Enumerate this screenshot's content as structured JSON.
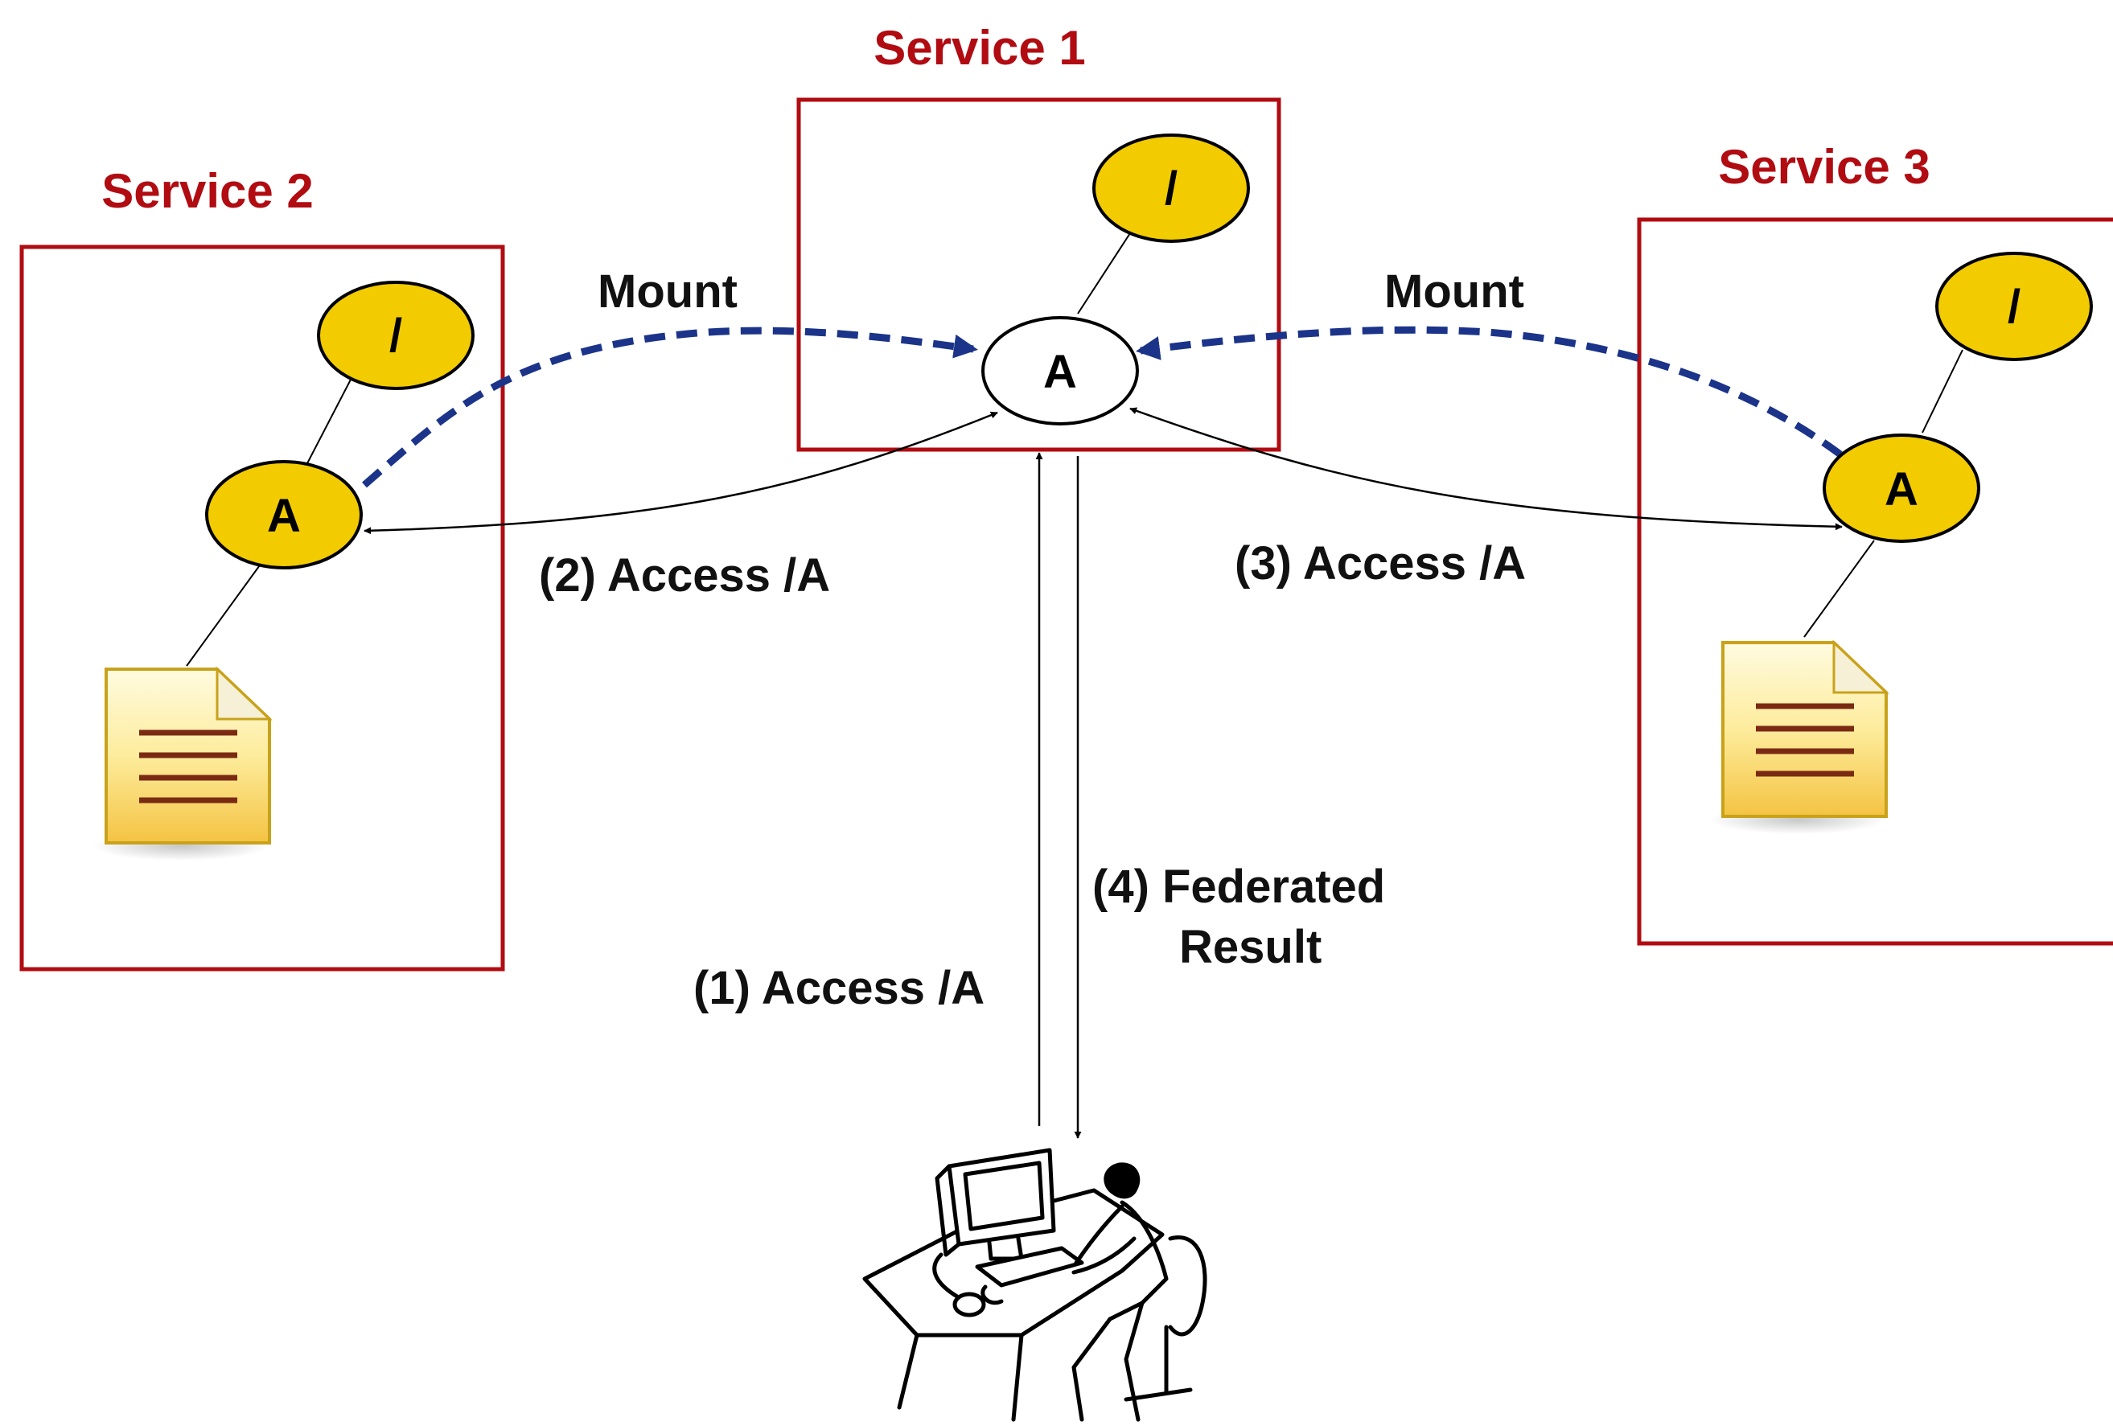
{
  "colors": {
    "service_border": "#b00c12",
    "service_title": "#b00c12",
    "node_fill": "#f2cb00",
    "mount_arrow": "#1b3489",
    "access_arrow": "#000000"
  },
  "services": [
    {
      "id": "service-1",
      "title": "Service 1"
    },
    {
      "id": "service-2",
      "title": "Service 2"
    },
    {
      "id": "service-3",
      "title": "Service 3"
    }
  ],
  "nodes": {
    "root_label": "/",
    "dir_label": "A"
  },
  "edges": {
    "mount_left": "Mount",
    "mount_right": "Mount",
    "access_1": "(1) Access /A",
    "access_2": "(2) Access /A",
    "access_3": "(3) Access /A",
    "federated_line1": "(4) Federated",
    "federated_line2": "Result"
  },
  "icons": {
    "file": "document-icon",
    "user": "user-at-computer-icon"
  }
}
